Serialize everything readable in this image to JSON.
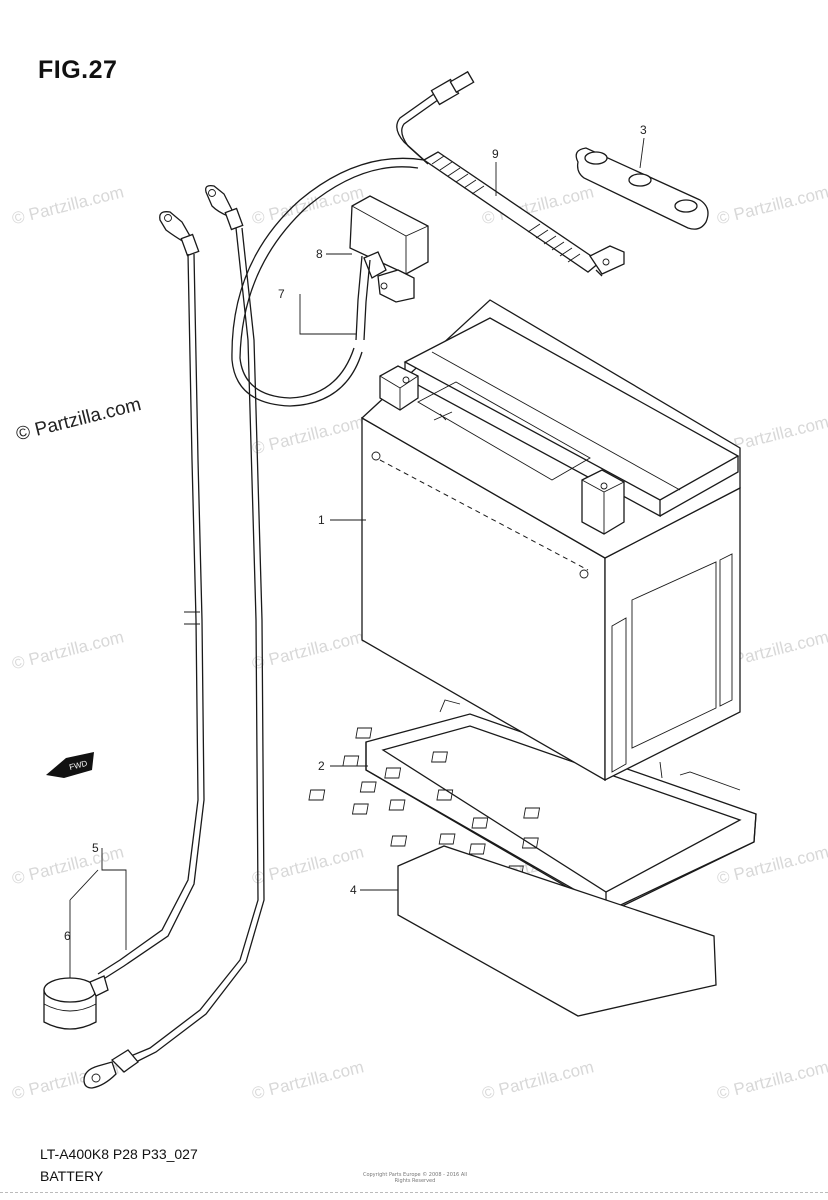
{
  "figure": {
    "title": "FIG.27",
    "code": "LT-A400K8 P28 P33_027",
    "name": "BATTERY",
    "copyright": "Copyright Parts Europe © 2008 - 2016 All Rights Reserved"
  },
  "watermark": {
    "main": "© Partzilla.com",
    "repeat": "© Partzilla.com"
  },
  "callouts": [
    "1",
    "2",
    "3",
    "4",
    "5",
    "6",
    "7",
    "8",
    "9"
  ],
  "fwd_label": "FWD"
}
